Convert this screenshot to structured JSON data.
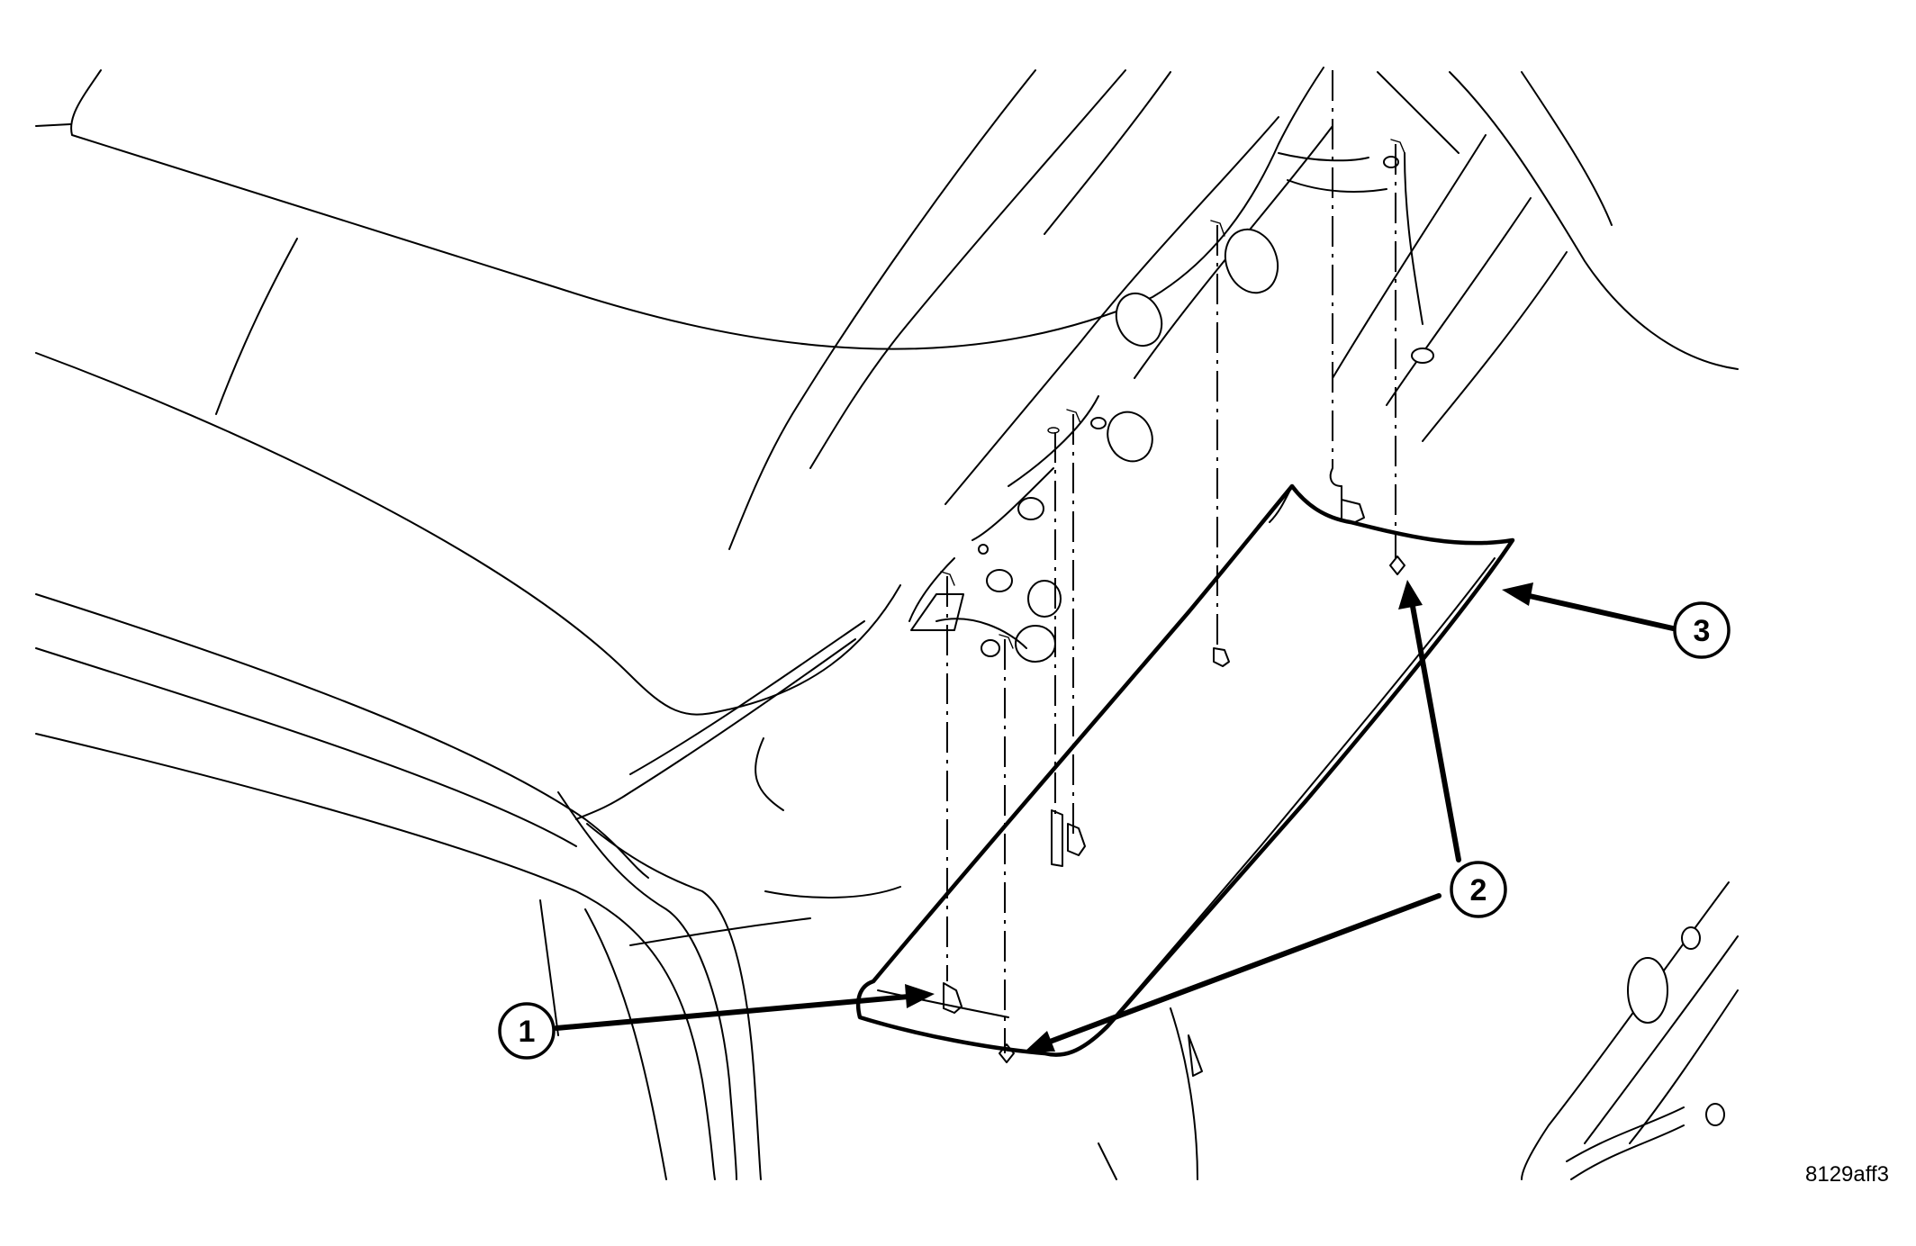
{
  "callouts": [
    {
      "label": "1",
      "part": "clip"
    },
    {
      "label": "2",
      "part": "retainer"
    },
    {
      "label": "3",
      "part": "sill-trim-panel"
    }
  ],
  "figure_id": "8129aff3"
}
